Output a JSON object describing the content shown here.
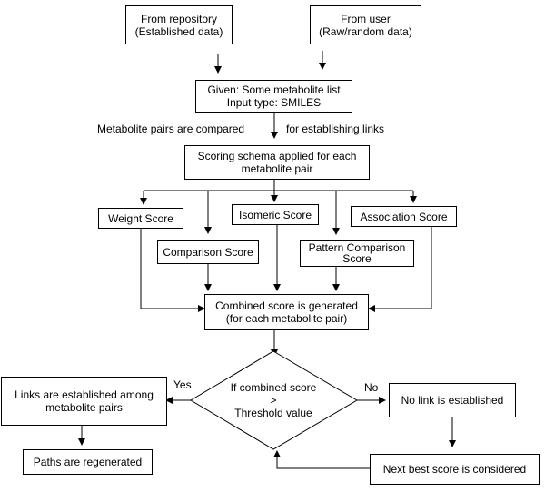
{
  "sources": {
    "repository": [
      "From repository",
      "(Established data)"
    ],
    "user": [
      "From user",
      "(Raw/random data)"
    ]
  },
  "input_box": [
    "Given: Some metabolite list",
    "Input type: SMILES"
  ],
  "compare_note": {
    "left": "Metabolite pairs are compared",
    "right": "for establishing links"
  },
  "scoring_box": [
    "Scoring schema applied for each",
    "metabolite pair"
  ],
  "scores": {
    "weight": "Weight Score",
    "comparison": "Comparison Score",
    "isomeric": "Isomeric Score",
    "pattern": [
      "Pattern Comparison",
      "Score"
    ],
    "association": "Association Score"
  },
  "combined_box": [
    "Combined score is generated",
    "(for each metabolite pair)"
  ],
  "decision": [
    "If combined score",
    ">",
    "Threshold value"
  ],
  "branches": {
    "yes": "Yes",
    "no": "No"
  },
  "links_box": [
    "Links are established among",
    "metabolite pairs"
  ],
  "paths_box": "Paths are regenerated",
  "no_link_box": "No link is established",
  "next_best_box": "Next best score is considered"
}
